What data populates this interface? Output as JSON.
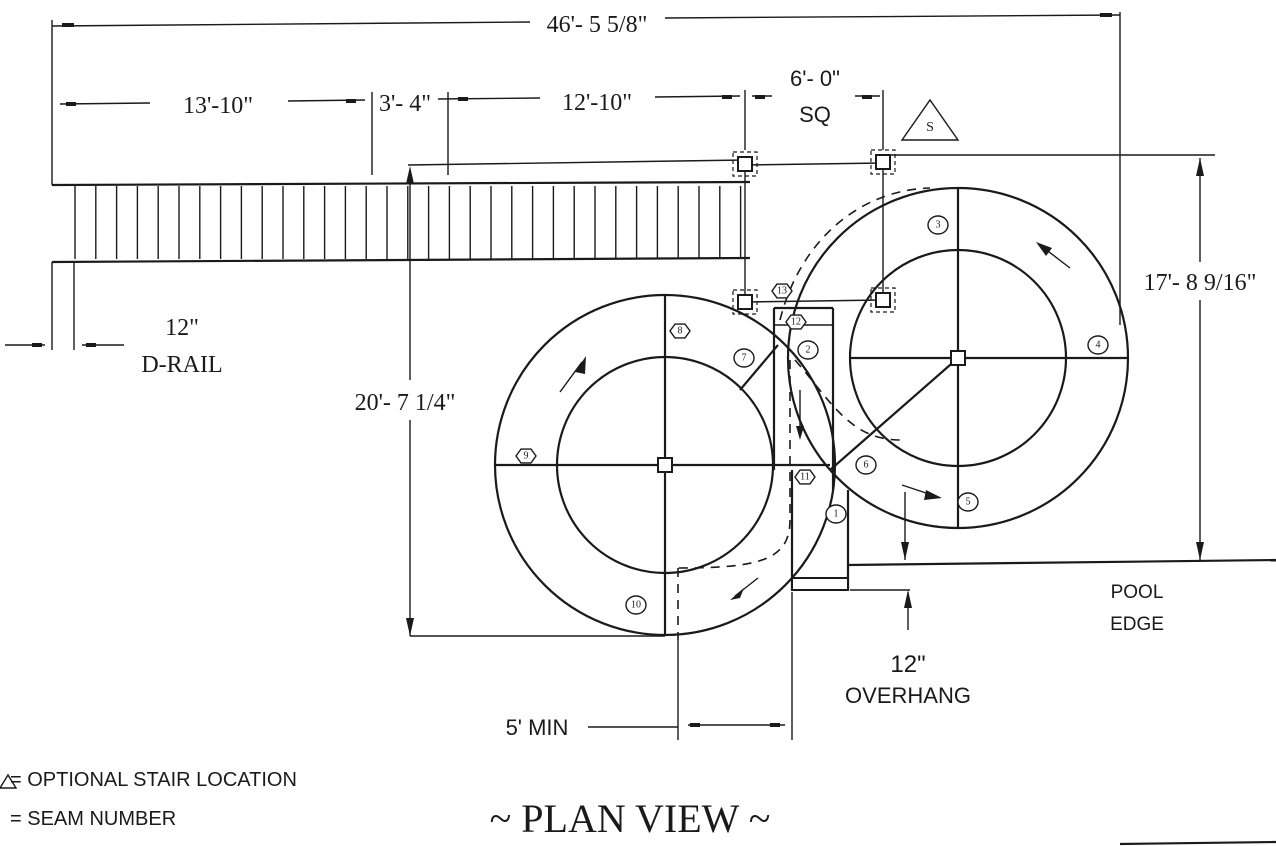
{
  "dimensions": {
    "overall_length": "46'- 5 5/8\"",
    "rail_segment_a": "13'-10\"",
    "rail_segment_b": "3'- 4\"",
    "rail_segment_c": "12'-10\"",
    "tower_size_line1": "6'- 0\"",
    "tower_size_line2": "SQ",
    "right_height": "17'- 8 9/16\"",
    "left_height": "20'- 7 1/4\"",
    "rail_width_value": "12\"",
    "rail_width_label": "D-RAIL",
    "overhang_value": "12\"",
    "overhang_label": "OVERHANG",
    "min_clearance": "5' MIN"
  },
  "labels": {
    "pool_edge_line1": "POOL",
    "pool_edge_line2": "EDGE",
    "stair_marker": "S"
  },
  "seams": [
    "1",
    "2",
    "3",
    "4",
    "5",
    "6",
    "7",
    "8",
    "9",
    "10",
    "11",
    "12",
    "13"
  ],
  "legend": {
    "optional_stair": "= OPTIONAL STAIR LOCATION",
    "seam_number": "= SEAM NUMBER"
  },
  "title": "~ PLAN VIEW ~"
}
